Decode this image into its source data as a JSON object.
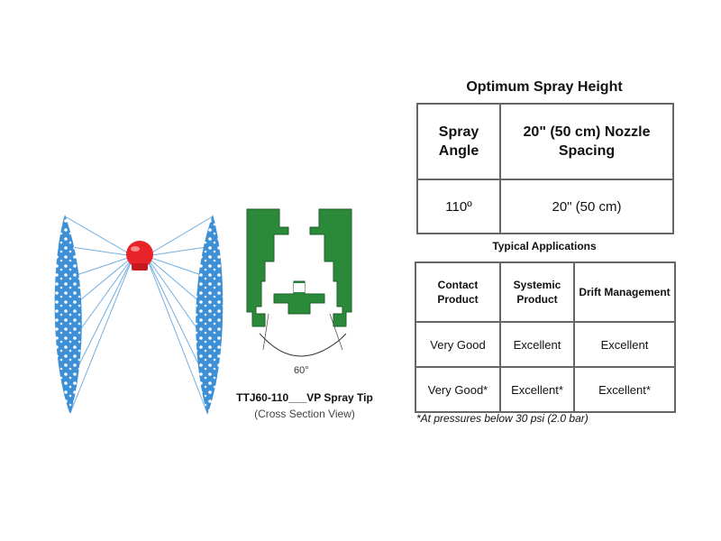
{
  "illustration": {
    "icon": "spray-fan-icon",
    "fan_color": "#4a90d0",
    "nozzle_color": "#e8242a"
  },
  "nozzle": {
    "icon": "nozzle-cross-section-icon",
    "body_color": "#2a8a3a",
    "angle_label": "60°",
    "caption": "TTJ60-110___VP Spray Tip",
    "subcaption": "(Cross Section View)"
  },
  "height_table": {
    "title": "Optimum Spray Height",
    "headers": [
      "Spray Angle",
      "20\" (50 cm) Nozzle Spacing"
    ],
    "rows": [
      [
        "110º",
        "20\" (50 cm)"
      ]
    ]
  },
  "applications": {
    "title": "Typical Applications",
    "headers": [
      "Contact Product",
      "Systemic Product",
      "Drift Management"
    ],
    "rows": [
      [
        "Very Good",
        "Excellent",
        "Excellent"
      ],
      [
        "Very Good*",
        "Excellent*",
        "Excellent*"
      ]
    ],
    "footnote": "*At pressures below 30 psi (2.0 bar)"
  }
}
